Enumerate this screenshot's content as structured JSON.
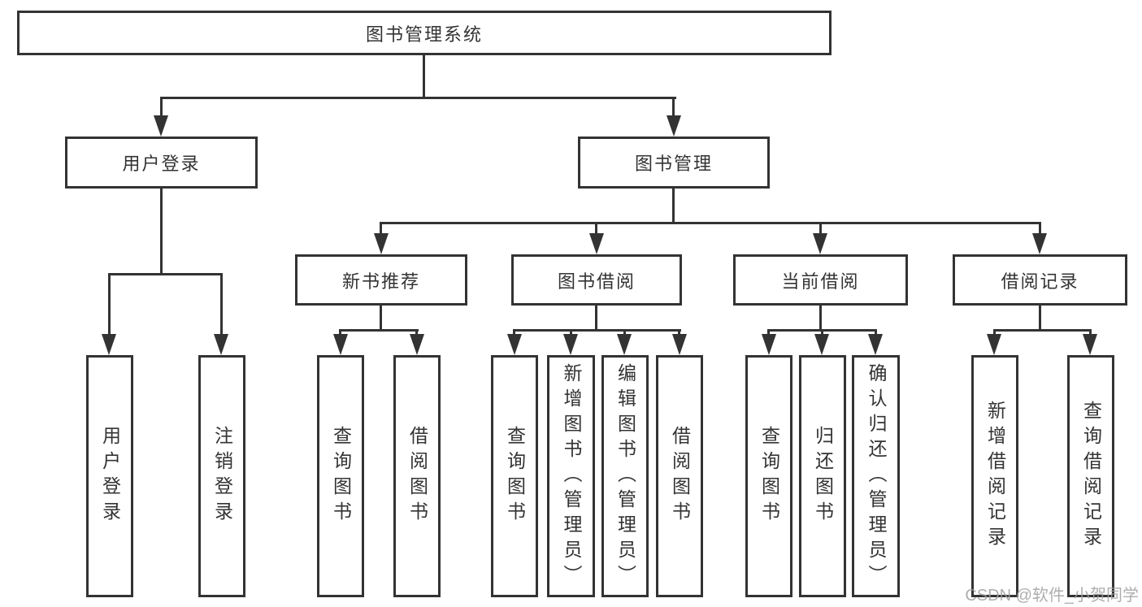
{
  "diagram": {
    "root": "图书管理系统",
    "level2": [
      "用户登录",
      "图书管理"
    ],
    "level3": [
      "新书推荐",
      "图书借阅",
      "当前借阅",
      "借阅记录"
    ],
    "leaves": {
      "user_login": [
        "用户登录",
        "注销登录"
      ],
      "new_book": [
        "查询图书",
        "借阅图书"
      ],
      "book_borrow": [
        "查询图书",
        "新增图书（管理员）",
        "编辑图书（管理员）",
        "借阅图书"
      ],
      "current_borrow": [
        "查询图书",
        "归还图书",
        "确认归还（管理员）"
      ],
      "borrow_record": [
        "新增借阅记录",
        "查询借阅记录"
      ]
    }
  },
  "watermark": {
    "text": "CSDN @软件_小贺同学"
  },
  "colors": {
    "line": "#333333",
    "box_border": "#333333",
    "text": "#333333",
    "background": "#ffffff",
    "watermark": "#a0a0a0"
  }
}
